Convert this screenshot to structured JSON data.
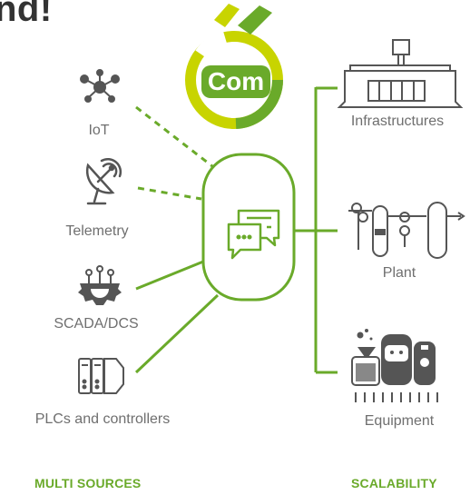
{
  "header": {
    "title": "nd!"
  },
  "logo": {
    "text": "Com"
  },
  "sources": [
    {
      "label": "IoT",
      "icon": "iot-network-icon"
    },
    {
      "label": "Telemetry",
      "icon": "satellite-dish-icon"
    },
    {
      "label": "SCADA/DCS",
      "icon": "scada-gear-icon"
    },
    {
      "label": "PLCs and controllers",
      "icon": "plc-controller-icon"
    }
  ],
  "hub": {
    "icon": "chat-bubbles-icon"
  },
  "targets": [
    {
      "label": "Infrastructures",
      "icon": "infrastructure-building-icon"
    },
    {
      "label": "Plant",
      "icon": "plant-process-icon"
    },
    {
      "label": "Equipment",
      "icon": "equipment-machines-icon"
    }
  ],
  "footer": {
    "left": "MULTI SOURCES",
    "right": "SCALABILITY"
  },
  "colors": {
    "green": "#6aaa2a",
    "dark_green": "#4b8f25",
    "lime": "#c8d400",
    "icon": "#555555",
    "text": "#6f6f6f"
  }
}
